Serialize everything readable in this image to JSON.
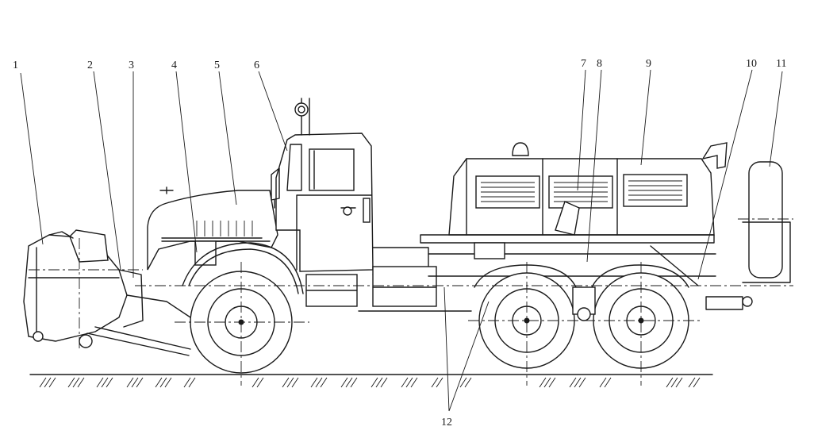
{
  "callouts": [
    {
      "id": "callout-1",
      "text": "1"
    },
    {
      "id": "callout-2",
      "text": "2"
    },
    {
      "id": "callout-3",
      "text": "3"
    },
    {
      "id": "callout-4",
      "text": "4"
    },
    {
      "id": "callout-5",
      "text": "5"
    },
    {
      "id": "callout-6",
      "text": "6"
    },
    {
      "id": "callout-7",
      "text": "7"
    },
    {
      "id": "callout-8",
      "text": "8"
    },
    {
      "id": "callout-9",
      "text": "9"
    },
    {
      "id": "callout-10",
      "text": "10"
    },
    {
      "id": "callout-11",
      "text": "11"
    },
    {
      "id": "callout-12",
      "text": "12"
    }
  ]
}
